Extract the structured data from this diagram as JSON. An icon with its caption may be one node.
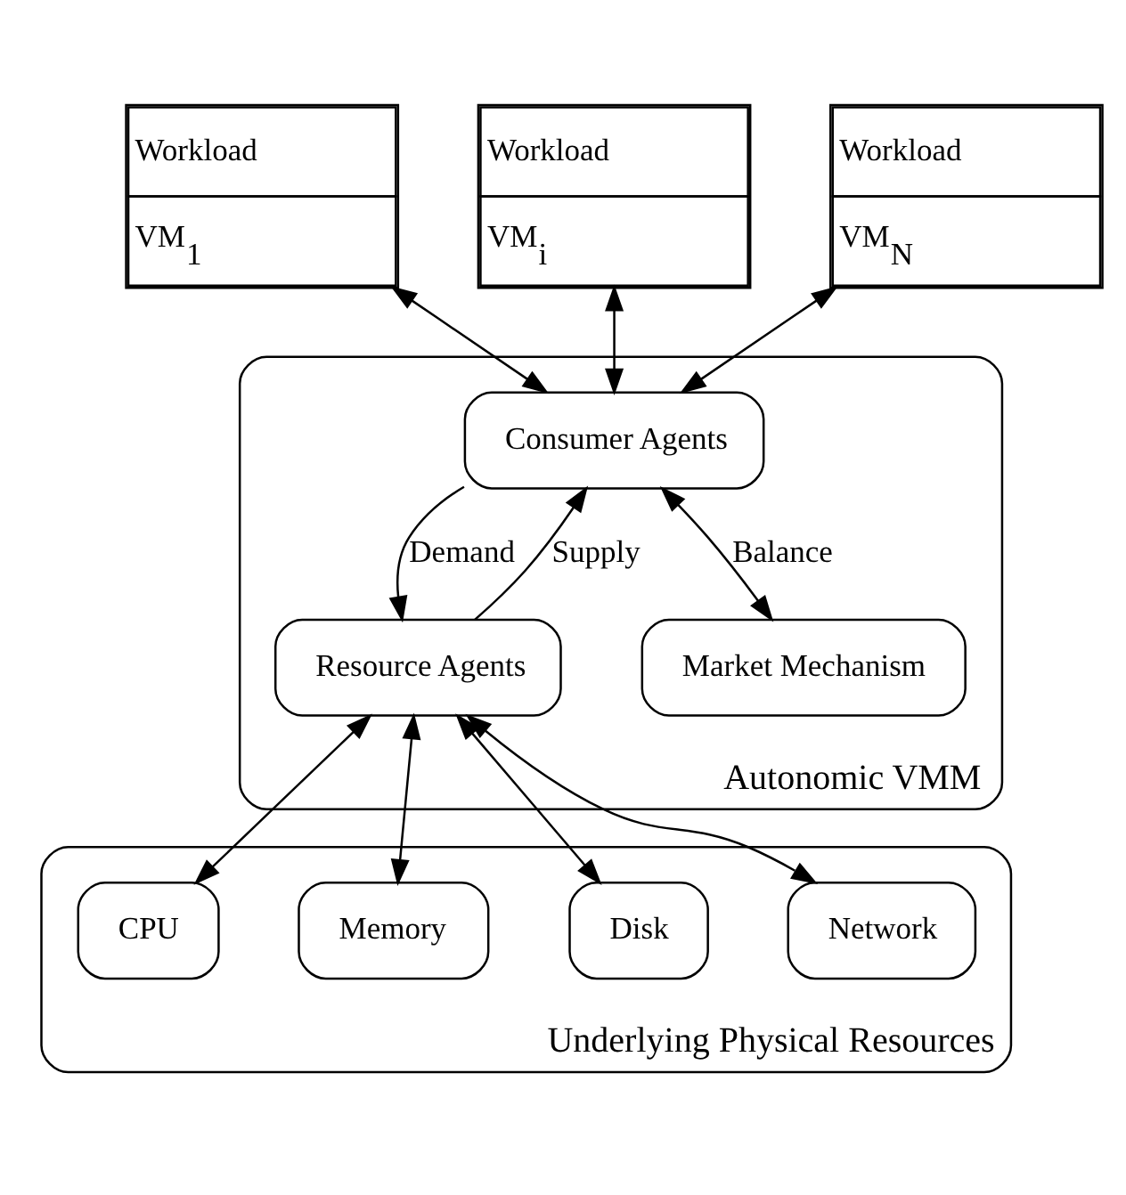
{
  "diagram": {
    "nodes": [
      {
        "text": [
          "Workload",
          "VM$_{1}$"
        ]
      },
      {
        "text": [
          "Workload",
          "VM$_{i}$"
        ]
      },
      {
        "text": [
          "Workload",
          "VM$_{N}$"
        ]
      },
      {
        "text": [
          "Autonomic VMM"
        ]
      },
      {
        "text": [
          "Consumer Agents"
        ],
        "in": 3
      },
      {
        "text": [
          "Resource Agents"
        ],
        "in": 3
      },
      {
        "text": [
          "Market Mechanism"
        ],
        "in": 3
      },
      {
        "text": [
          "Underlying Physical Resources"
        ]
      },
      {
        "text": [
          "CPU"
        ],
        "in": 7
      },
      {
        "text": [
          "Memory"
        ],
        "in": 7
      },
      {
        "text": [
          "Disk"
        ],
        "in": 7
      },
      {
        "text": [
          "Network"
        ],
        "in": 7
      }
    ],
    "edges": [
      {
        "from": 0,
        "to": 4,
        "arrow": "both"
      },
      {
        "from": 1,
        "to": 4,
        "arrow": "both"
      },
      {
        "from": 2,
        "to": 4,
        "arrow": "both"
      },
      {
        "from": 4,
        "to": 5,
        "arrow": "to",
        "label": "Demand"
      },
      {
        "from": 5,
        "to": 4,
        "arrow": "to",
        "label": "Supply"
      },
      {
        "from": 4,
        "to": 6,
        "arrow": "both",
        "label": "Balance"
      },
      {
        "from": 5,
        "to": 8,
        "arrow": "both"
      },
      {
        "from": 5,
        "to": 9,
        "arrow": "both"
      },
      {
        "from": 5,
        "to": 10,
        "arrow": "both"
      },
      {
        "from": 5,
        "to": 11,
        "arrow": "both"
      }
    ]
  }
}
